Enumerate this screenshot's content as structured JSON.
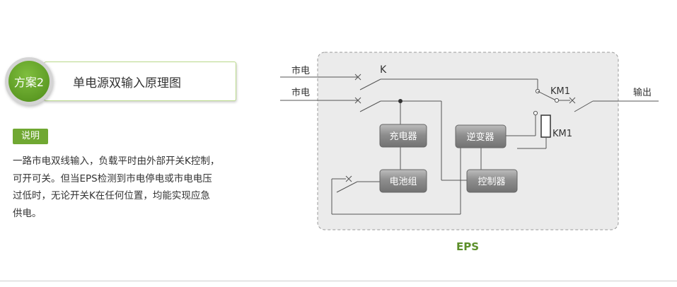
{
  "scheme": {
    "badge": "方案2",
    "title": "单电源双输入原理图"
  },
  "note": {
    "tag": "说明",
    "lines": [
      "一路市电双线输入，负载平时由外部开关K控制，",
      "可开可关。但当EPS检测到市电停电或市电电压",
      "过低时，无论开关K在任何位置，均能实现应急",
      "供电。"
    ]
  },
  "diagram": {
    "input_label_1": "市电",
    "input_label_2": "市电",
    "switch_k": "K",
    "contact_km1": "KM1",
    "coil_km1": "KM1",
    "output_label": "输出",
    "charger": "充电器",
    "battery": "电池组",
    "inverter": "逆变器",
    "controller": "控制器",
    "eps_label": "EPS"
  },
  "colors": {
    "accent_green": "#70a832",
    "badge_green": "#5d9b24",
    "card_border": "#b9d98a",
    "eps_label": "#5c8f2a",
    "module_dark": "#7a7a7a",
    "module_light": "#bdbdbd",
    "panel_fill": "#ebebeb",
    "panel_border": "#9a9a9a"
  }
}
